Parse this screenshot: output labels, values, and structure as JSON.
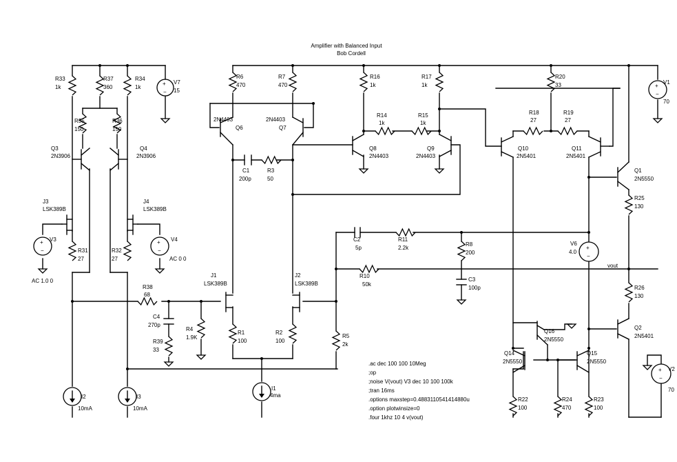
{
  "title": {
    "line1": "Amplifier with Balanced Input",
    "line2": "Bob Cordell"
  },
  "components": {
    "R33": {
      "ref": "R33",
      "val": "1k"
    },
    "R37": {
      "ref": "R37",
      "val": "360"
    },
    "R34": {
      "ref": "R34",
      "val": "1k"
    },
    "V7": {
      "ref": "V7",
      "val": "15"
    },
    "R35": {
      "ref": "R35",
      "val": "150"
    },
    "R36": {
      "ref": "R36",
      "val": "150"
    },
    "Q3": {
      "ref": "Q3",
      "val": "2N3906"
    },
    "Q4": {
      "ref": "Q4",
      "val": "2N3906"
    },
    "J3": {
      "ref": "J3",
      "val": "LSK389B"
    },
    "J4": {
      "ref": "J4",
      "val": "LSK389B"
    },
    "V3": {
      "ref": "V3",
      "val": "AC 1.0 0"
    },
    "V4": {
      "ref": "V4",
      "val": "AC 0 0"
    },
    "R31": {
      "ref": "R31",
      "val": "27"
    },
    "R32": {
      "ref": "R32",
      "val": "27"
    },
    "R38": {
      "ref": "R38",
      "val": "68"
    },
    "C4": {
      "ref": "C4",
      "val": "270p"
    },
    "R39": {
      "ref": "R39",
      "val": "33"
    },
    "R4": {
      "ref": "R4",
      "val": "1.9K"
    },
    "I2": {
      "ref": "I2",
      "val": "10mA"
    },
    "I3": {
      "ref": "I3",
      "val": "10mA"
    },
    "R6": {
      "ref": "R6",
      "val": "470"
    },
    "R7": {
      "ref": "R7",
      "val": "470"
    },
    "Q6": {
      "ref": "Q6",
      "val": "2N4403"
    },
    "Q7": {
      "ref": "Q7",
      "val": "2N4403"
    },
    "C1": {
      "ref": "C1",
      "val": "200p"
    },
    "R3": {
      "ref": "R3",
      "val": "50"
    },
    "J1": {
      "ref": "J1",
      "val": "LSK389B"
    },
    "J2": {
      "ref": "J2",
      "val": "LSK389B"
    },
    "R1": {
      "ref": "R1",
      "val": "100"
    },
    "R2": {
      "ref": "R2",
      "val": "100"
    },
    "R5": {
      "ref": "R5",
      "val": "2k"
    },
    "I1": {
      "ref": "I1",
      "val": "4ma"
    },
    "R16": {
      "ref": "R16",
      "val": "1k"
    },
    "R17": {
      "ref": "R17",
      "val": "1k"
    },
    "R14": {
      "ref": "R14",
      "val": "1k"
    },
    "R15": {
      "ref": "R15",
      "val": "1k"
    },
    "Q8": {
      "ref": "Q8",
      "val": "2N4403"
    },
    "Q9": {
      "ref": "Q9",
      "val": "2N4403"
    },
    "R20": {
      "ref": "R20",
      "val": "33"
    },
    "R18": {
      "ref": "R18",
      "val": "27"
    },
    "R19": {
      "ref": "R19",
      "val": "27"
    },
    "Q10": {
      "ref": "Q10",
      "val": "2N5401"
    },
    "Q11": {
      "ref": "Q11",
      "val": "2N5401"
    },
    "V1": {
      "ref": "V1",
      "val": "70"
    },
    "Q1": {
      "ref": "Q1",
      "val": "2N5550"
    },
    "R25": {
      "ref": "R25",
      "val": "130"
    },
    "C2": {
      "ref": "C2",
      "val": "5p"
    },
    "R11": {
      "ref": "R11",
      "val": "2.2k"
    },
    "R8": {
      "ref": "R8",
      "val": "200"
    },
    "C3": {
      "ref": "C3",
      "val": "100p"
    },
    "R10": {
      "ref": "R10",
      "val": "50k"
    },
    "V6": {
      "ref": "V6",
      "val": "4.0"
    },
    "R26": {
      "ref": "R26",
      "val": "130"
    },
    "Q2": {
      "ref": "Q2",
      "val": "2N5401"
    },
    "V2": {
      "ref": "V2",
      "val": "70"
    },
    "Q16": {
      "ref": "Q16",
      "val": "2N5550"
    },
    "Q14": {
      "ref": "Q14",
      "val": "2N5550"
    },
    "Q15": {
      "ref": "Q15",
      "val": "2N5550"
    },
    "R22": {
      "ref": "R22",
      "val": "100"
    },
    "R24": {
      "ref": "R24",
      "val": "470"
    },
    "R23": {
      "ref": "R23",
      "val": "100"
    }
  },
  "net_labels": {
    "vout": "vout"
  },
  "directives": [
    ".ac dec 100 100 10Meg",
    ";op",
    ";noise V(vout) V3 dec 10 100 100k",
    ";tran 16ms",
    ".options maxstep=0.4883110541414880u",
    ".option plotwinsize=0",
    ".four 1khz 10 4 v(vout)"
  ]
}
